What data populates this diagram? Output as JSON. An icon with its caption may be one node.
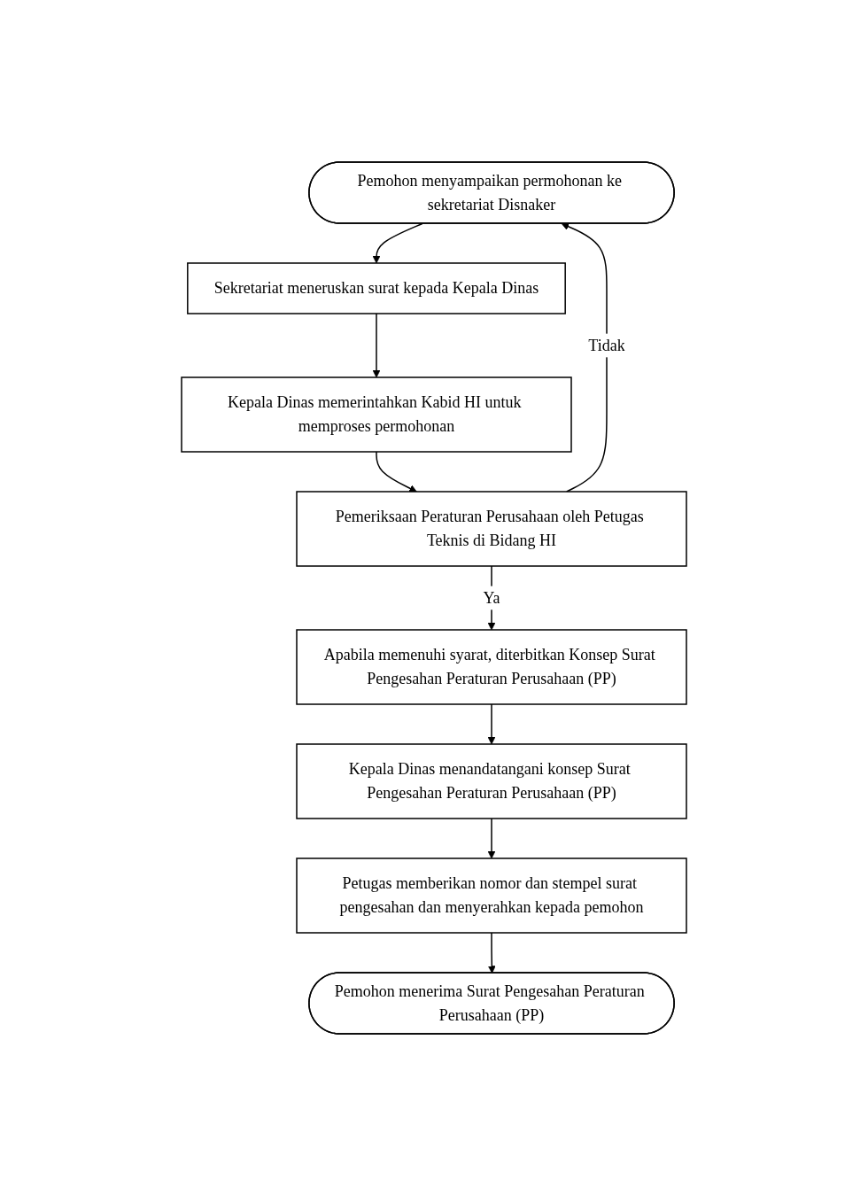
{
  "diagram": {
    "nodes": [
      {
        "text": [
          "Pemohon menyampaikan permohonan ke sekretariat Disnaker"
        ]
      },
      {
        "text": [
          "Sekretariat meneruskan surat kepada Kepala Dinas"
        ]
      },
      {
        "text": [
          "Kepala Dinas memerintahkan Kabid HI untuk memproses permohonan"
        ]
      },
      {
        "text": [
          "Pemeriksaan Peraturan Perusahaan oleh Petugas Teknis di Bidang HI"
        ]
      },
      {
        "text": [
          "Apabila memenuhi syarat, diterbitkan Konsep Surat Pengesahan Peraturan Perusahaan (PP)"
        ]
      },
      {
        "text": [
          "Kepala Dinas menandatangani konsep Surat Pengesahan Peraturan Perusahaan (PP)"
        ]
      },
      {
        "text": [
          "Petugas memberikan nomor dan stempel surat pengesahan dan menyerahkan kepada pemohon"
        ]
      },
      {
        "text": [
          "Pemohon menerima Surat Pengesahan Peraturan Perusahaan (PP)"
        ]
      }
    ],
    "edges": [
      {
        "from": 0,
        "to": 1,
        "arrow": "to"
      },
      {
        "from": 1,
        "to": 2,
        "arrow": "to"
      },
      {
        "from": 2,
        "to": 3,
        "arrow": "to"
      },
      {
        "from": 3,
        "to": 0,
        "arrow": "to",
        "label": "Tidak"
      },
      {
        "from": 3,
        "to": 4,
        "arrow": "to",
        "label": "Ya"
      },
      {
        "from": 4,
        "to": 5,
        "arrow": "to"
      },
      {
        "from": 5,
        "to": 6,
        "arrow": "to"
      },
      {
        "from": 6,
        "to": 7,
        "arrow": "to"
      }
    ]
  }
}
